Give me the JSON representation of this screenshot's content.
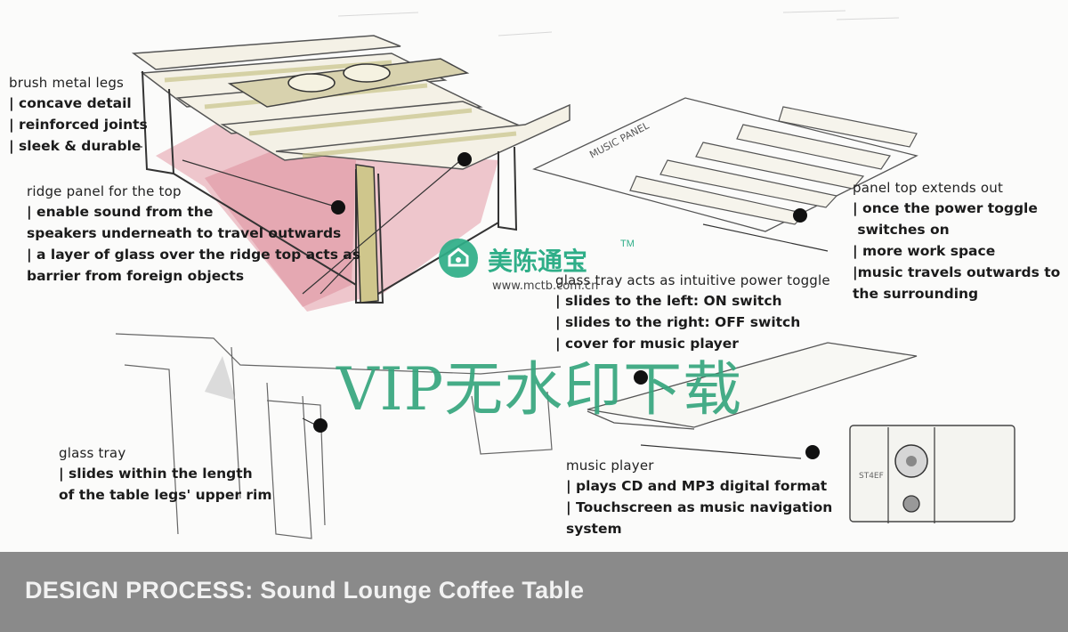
{
  "annotations": {
    "legs": {
      "heading": "brush metal legs",
      "lines": [
        "| concave detail",
        "| reinforced joints",
        "| sleek & durable"
      ]
    },
    "ridge_panel": {
      "heading": "ridge panel for the top",
      "lines": [
        "| enable sound from the",
        "speakers underneath to travel outwards",
        "| a layer of glass over the ridge top acts as",
        "barrier from foreign objects"
      ]
    },
    "panel_top": {
      "heading": "panel top extends out",
      "lines": [
        "| once the power toggle",
        " switches on",
        "| more  work space",
        "|music travels outwards to",
        "the  surrounding"
      ]
    },
    "glass_tray_toggle": {
      "heading": "glass tray acts as intuitive power toggle",
      "lines": [
        "| slides to the left: ON switch",
        "| slides to the right: OFF switch",
        "| cover for music player"
      ]
    },
    "glass_tray": {
      "heading": "glass tray",
      "lines": [
        "| slides within the length",
        "of the table legs' upper rim"
      ]
    },
    "music_player": {
      "heading": "music player",
      "lines": [
        "| plays CD and MP3 digital format",
        "| Touchscreen as music navigation",
        "system"
      ]
    }
  },
  "sketch_labels": {
    "panel_engraving": "MUSIC PANEL"
  },
  "watermark": {
    "brand": "美陈通宝",
    "tm": "TM",
    "url": "www.mctb.com.cn",
    "vip": "VIP无水印下载"
  },
  "footer": {
    "title": "DESIGN PROCESS: Sound Lounge Coffee Table"
  },
  "colors": {
    "footer_bg": "#8a8a8a",
    "footer_text": "#f2f2f2",
    "watermark_green": "#2fae88",
    "table_pink": "#d9808e",
    "wood_yellow": "#c9c48a"
  }
}
